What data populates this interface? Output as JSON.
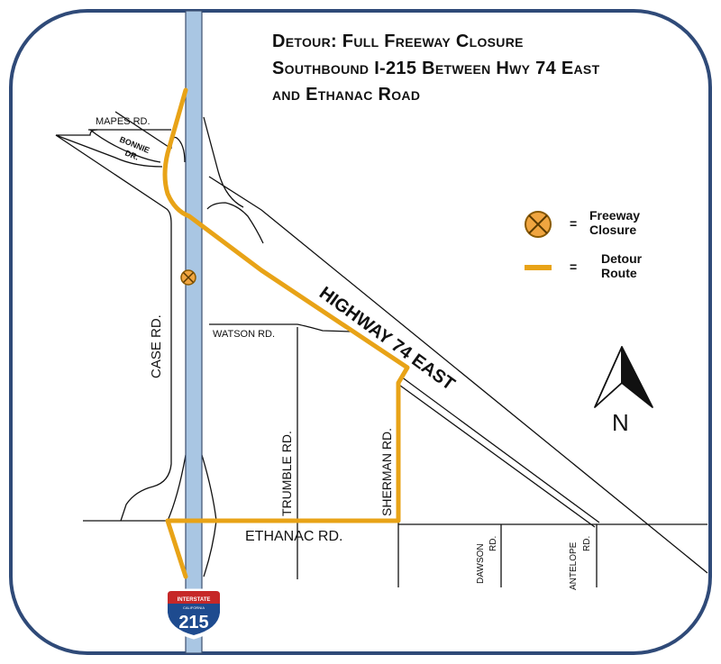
{
  "title": {
    "line1": "Detour: Full Freeway Closure",
    "line2": "Southbound I-215 Between Hwy 74 East",
    "line3": "and Ethanac Road"
  },
  "roads": {
    "mapes": "MAPES  RD.",
    "bonnie_1": "BONNIE",
    "bonnie_2": "DR.",
    "case": "CASE  RD.",
    "watson": "WATSON  RD.",
    "trumble": "TRUMBLE  RD.",
    "sherman": "SHERMAN  RD.",
    "ethanac": "ETHANAC RD.",
    "dawson_1": "DAWSON",
    "dawson_2": "RD.",
    "antelope_1": "ANTELOPE",
    "antelope_2": "RD.",
    "highway74": "HIGHWAY 74 EAST"
  },
  "shield": {
    "top": "INTERSTATE",
    "state": "CALIFORNIA",
    "number": "215"
  },
  "legend": {
    "closure_eq": "=",
    "closure_label_1": "Freeway",
    "closure_label_2": "Closure",
    "detour_eq": "=",
    "detour_label_1": "Detour",
    "detour_label_2": "Route"
  },
  "north": "N",
  "colors": {
    "border": "#2f4a78",
    "freeway_fill": "#a9c6e3",
    "freeway_edge": "#3d4f6f",
    "detour": "#e8a317",
    "closure_fill": "#f0a540",
    "closure_stroke": "#8a5a00",
    "shield_blue": "#1e4b8f",
    "shield_red": "#c62828"
  },
  "icons": {
    "closure": "closure-x-icon",
    "detour": "detour-line-icon",
    "north": "north-arrow-icon",
    "shield": "interstate-shield-icon"
  }
}
